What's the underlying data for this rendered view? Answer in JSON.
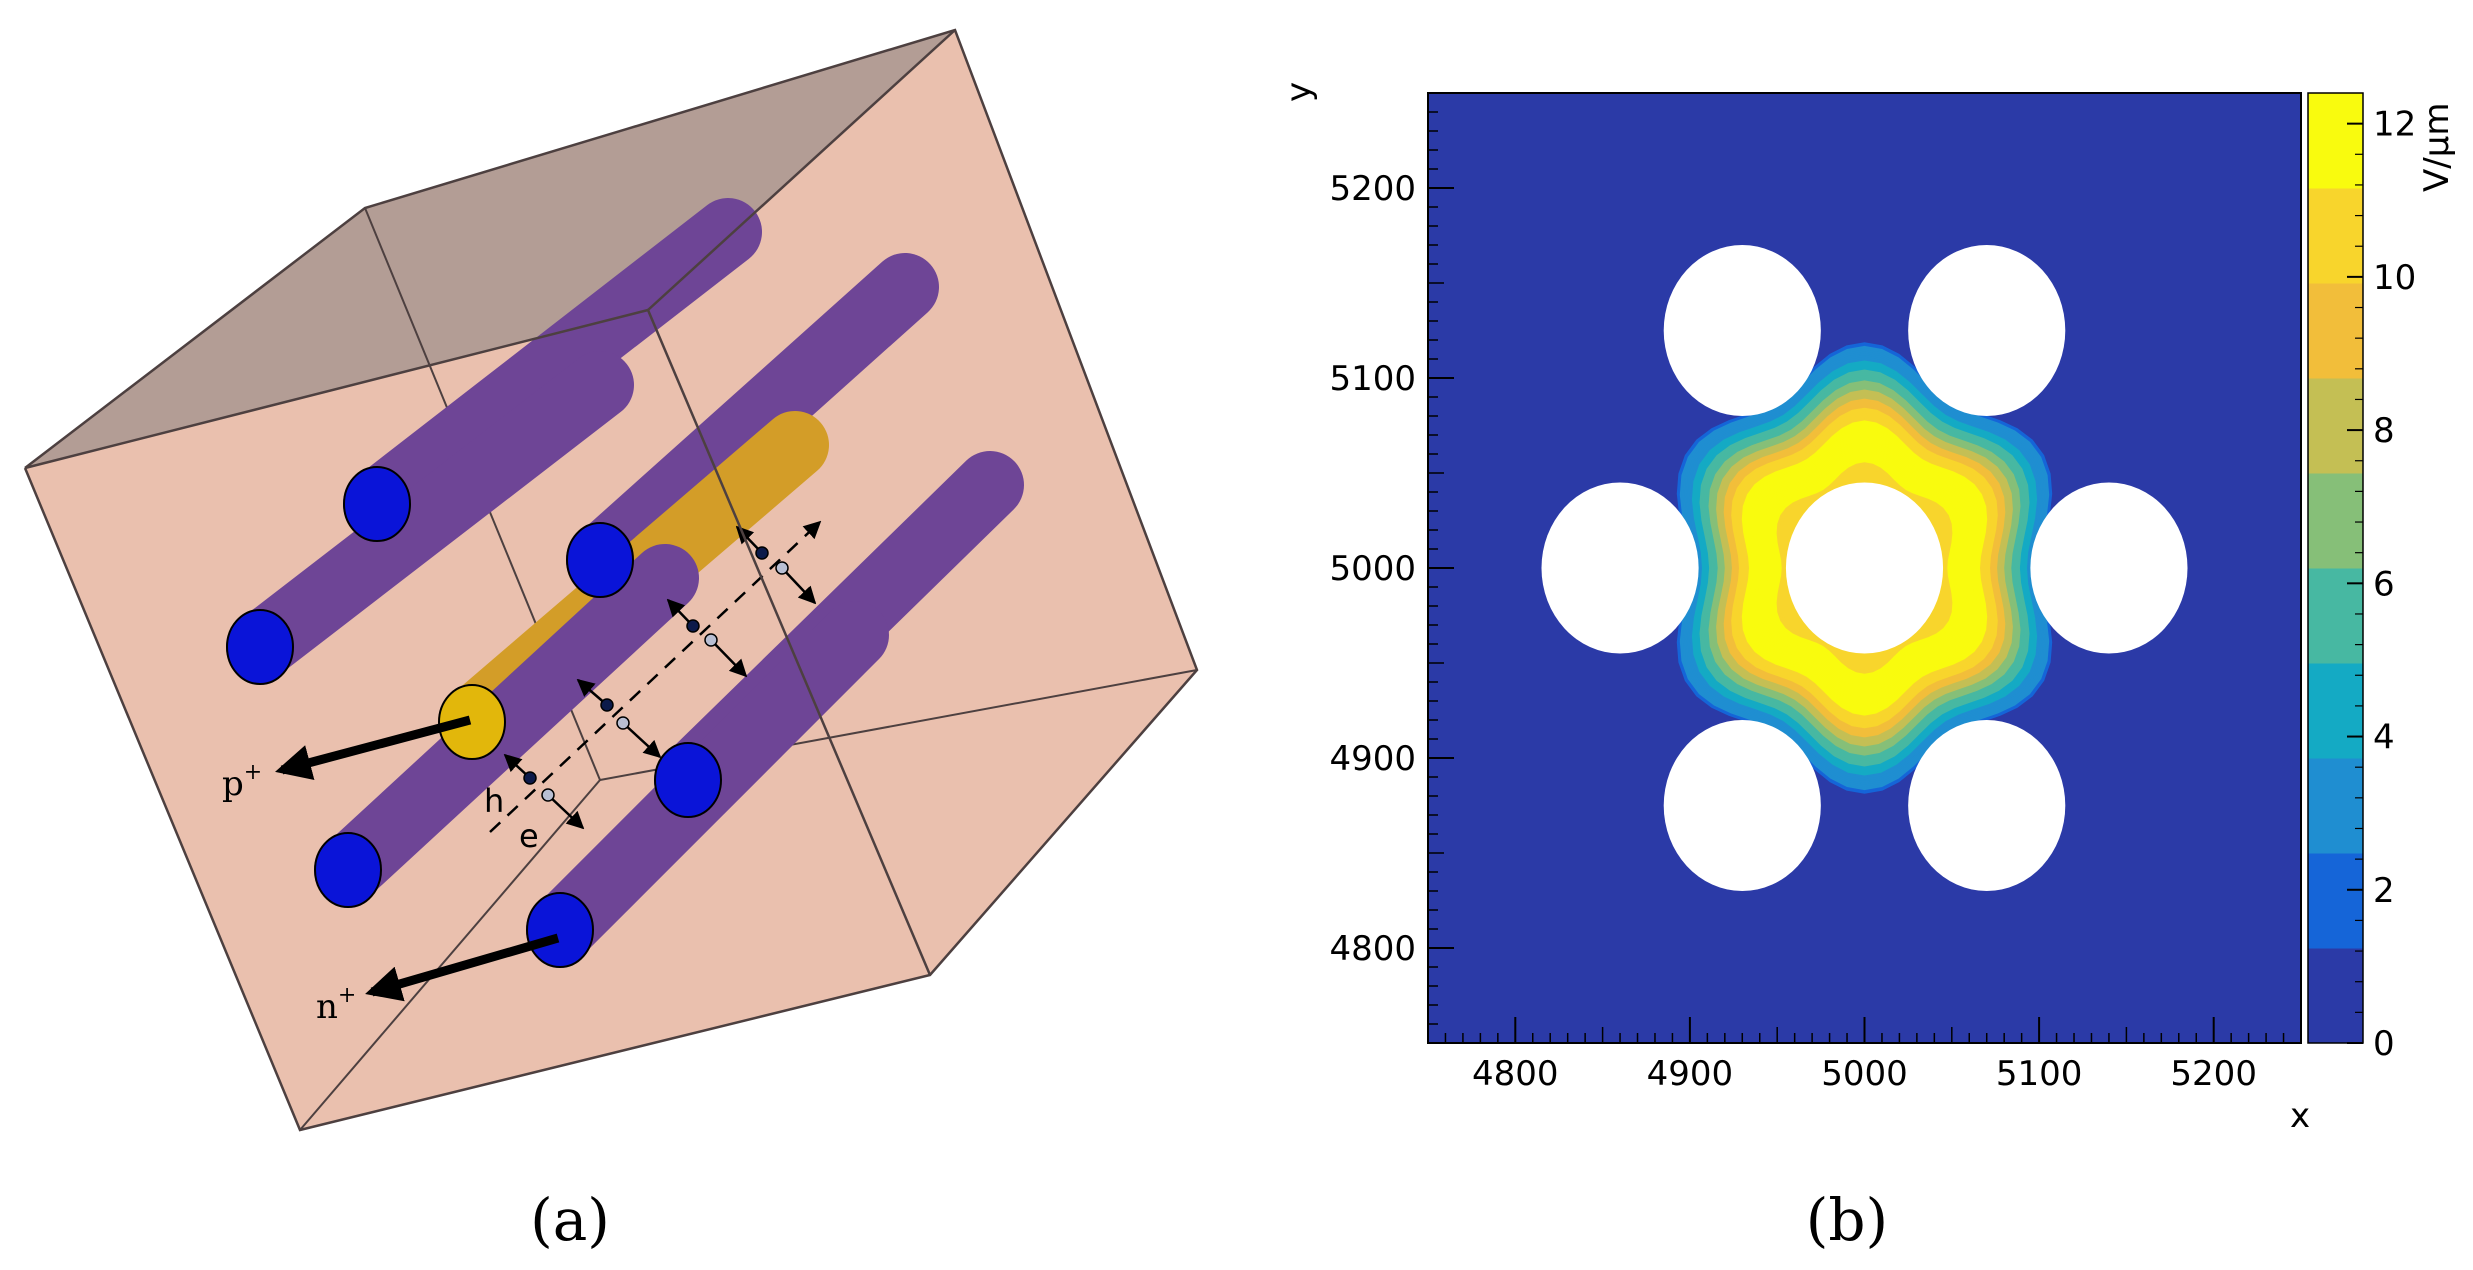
{
  "panels": {
    "a": {
      "label": "(a)",
      "annotations": {
        "p_label": "p",
        "p_sup": "+",
        "n_label": "n",
        "n_sup": "+",
        "h_label": "h",
        "e_label": "e"
      },
      "colors": {
        "cube_face": "#eac0ae",
        "cube_top": "#b39d95",
        "cube_edge": "#4d4040",
        "electrode_body": "#6e4596",
        "electrode_cap": "#0a14d8",
        "center_body": "#d39d28",
        "center_cap": "#e2b70b"
      }
    },
    "b": {
      "label": "(b)",
      "chart_data": {
        "type": "heatmap",
        "xlabel": "x",
        "ylabel": "y",
        "xlim": [
          4750,
          5250
        ],
        "ylim": [
          4750,
          5250
        ],
        "xticks": [
          "4800",
          "4900",
          "5000",
          "5100",
          "5200"
        ],
        "yticks": [
          "4800",
          "4900",
          "5000",
          "5100",
          "5200"
        ],
        "colorbar": {
          "label": "V/µm",
          "range": [
            0,
            12.4
          ],
          "ticks": [
            "0",
            "2",
            "4",
            "6",
            "8",
            "10",
            "12"
          ],
          "colors": [
            "#2b3aa7",
            "#1565d8",
            "#1f8ed1",
            "#14aac4",
            "#47b8a2",
            "#86bf78",
            "#c4bf54",
            "#f2be3a",
            "#f8d52c",
            "#f9fb0e"
          ]
        },
        "background_value": 0.3,
        "holes": [
          {
            "x": 5000,
            "y": 5000,
            "r": 45
          },
          {
            "x": 4860,
            "y": 5000,
            "r": 45
          },
          {
            "x": 5140,
            "y": 5000,
            "r": 45
          },
          {
            "x": 4930,
            "y": 5125,
            "r": 45
          },
          {
            "x": 5070,
            "y": 5125,
            "r": 45
          },
          {
            "x": 4930,
            "y": 4875,
            "r": 45
          },
          {
            "x": 5070,
            "y": 4875,
            "r": 45
          }
        ],
        "field_max": 12.1,
        "field_ring_radius": 62,
        "field_extent_radius": 110
      }
    }
  }
}
